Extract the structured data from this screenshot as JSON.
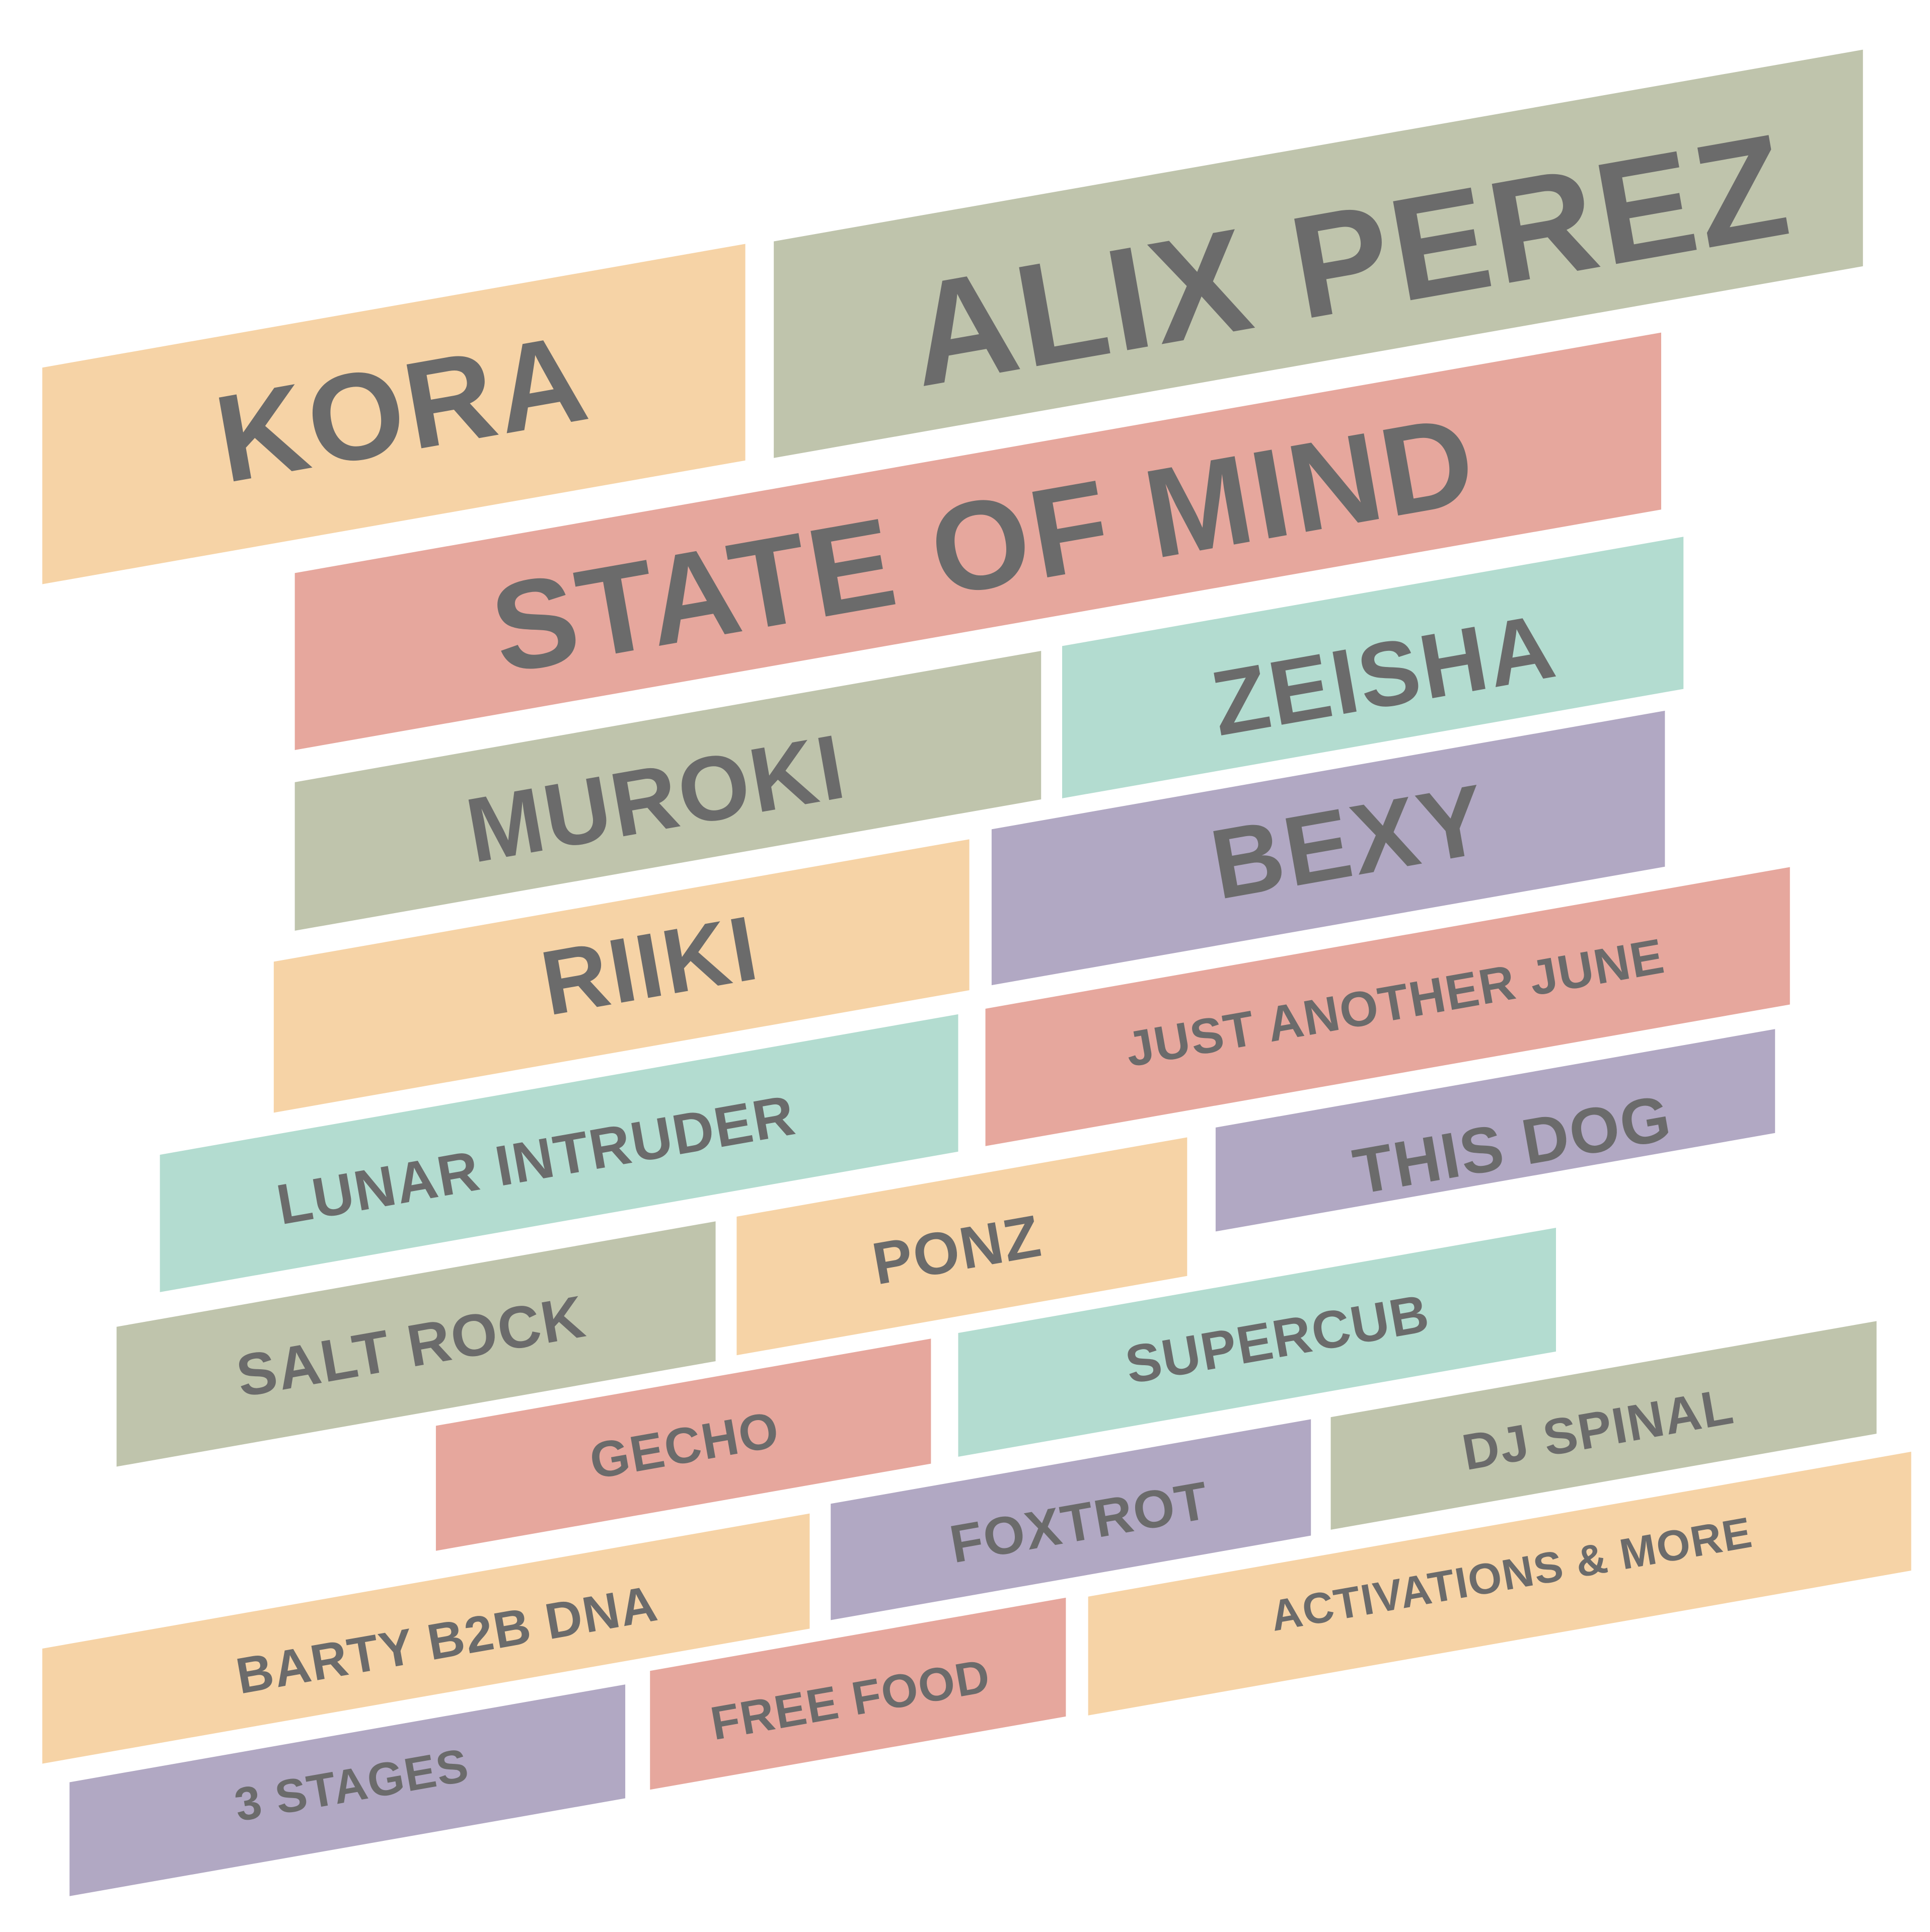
{
  "colors": {
    "peach": "#f6d3a6",
    "sage": "#bfc4ac",
    "pink": "#e6a79d",
    "mint": "#b3dcd0",
    "lavender": "#b1a8c3",
    "text": "#6b6b6b"
  },
  "acts": [
    {
      "name": "KORA",
      "color": "peach"
    },
    {
      "name": "ALIX PEREZ",
      "color": "sage"
    },
    {
      "name": "STATE OF MIND",
      "color": "pink"
    },
    {
      "name": "MUROKI",
      "color": "sage"
    },
    {
      "name": "ZEISHA",
      "color": "mint"
    },
    {
      "name": "BEXY",
      "color": "lavender"
    },
    {
      "name": "RIIKI",
      "color": "peach"
    },
    {
      "name": "JUST ANOTHER JUNE",
      "color": "pink"
    },
    {
      "name": "LUNAR INTRUDER",
      "color": "mint"
    },
    {
      "name": "THIS DOG",
      "color": "lavender"
    },
    {
      "name": "PONZ",
      "color": "peach"
    },
    {
      "name": "SALT ROCK",
      "color": "sage"
    },
    {
      "name": "SUPERCUB",
      "color": "mint"
    },
    {
      "name": "GECHO",
      "color": "pink"
    },
    {
      "name": "DJ SPINAL",
      "color": "sage"
    },
    {
      "name": "FOXTROT",
      "color": "lavender"
    },
    {
      "name": "BARTY B2B DNA",
      "color": "peach"
    },
    {
      "name": "ACTIVATIONS & MORE",
      "color": "peach"
    },
    {
      "name": "FREE FOOD",
      "color": "pink"
    },
    {
      "name": "3 STAGES",
      "color": "lavender"
    }
  ]
}
